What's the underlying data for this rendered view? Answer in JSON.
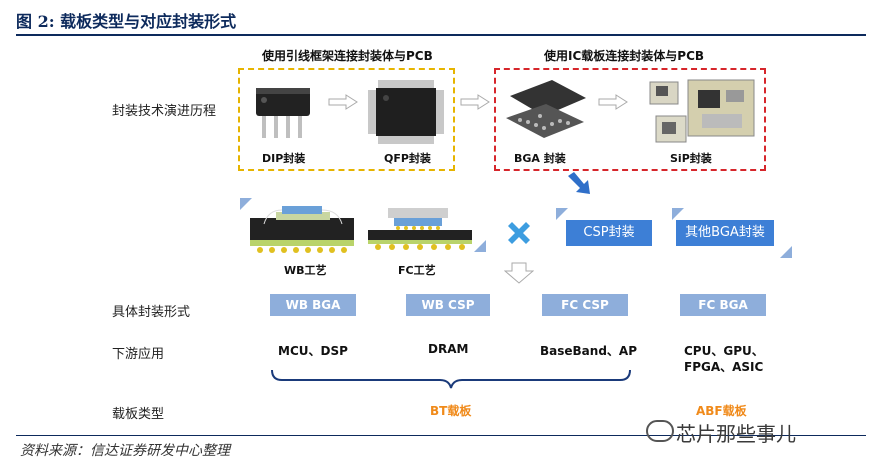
{
  "figure_title": "图 2:  载板类型与对应封装形式",
  "source": "资料来源：信达证券研发中心整理",
  "watermark": "芯片那些事儿",
  "left_group_title": "使用引线框架连接封装体与PCB",
  "right_group_title": "使用IC载板连接封装体与PCB",
  "row_labels": {
    "evolution": "封装技术演进历程",
    "form": "具体封装形式",
    "downstream": "下游应用",
    "substrate": "载板类型"
  },
  "packages": {
    "dip": "DIP封装",
    "qfp": "QFP封装",
    "bga": "BGA 封装",
    "sip": "SiP封装"
  },
  "process": {
    "wb": "WB工艺",
    "fc": "FC工艺"
  },
  "categories": {
    "csp": "CSP封装",
    "other_bga": "其他BGA封装"
  },
  "forms": [
    "WB BGA",
    "WB CSP",
    "FC CSP",
    "FC BGA"
  ],
  "applications": {
    "wb_bga": "MCU、DSP",
    "wb_csp": "DRAM",
    "fc_csp": "BaseBand、AP",
    "fc_bga_line1": "CPU、GPU、",
    "fc_bga_line2": "FPGA、ASIC"
  },
  "substrates": {
    "bt": "BT载板",
    "abf": "ABF载板"
  },
  "colors": {
    "title": "#0d2a5c",
    "dashed_yellow": "#e6b400",
    "dashed_red": "#d6262b",
    "pill": "#8eaedb",
    "button_blue": "#3d7fd6",
    "substrate_orange": "#f08a1a"
  }
}
